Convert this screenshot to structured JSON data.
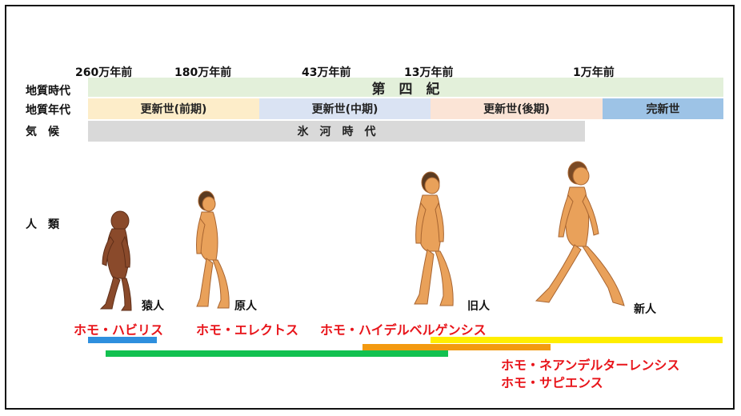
{
  "timeline": {
    "ticks": [
      "260万年前",
      "180万年前",
      "43万年前",
      "13万年前",
      "1万年前"
    ]
  },
  "rows": {
    "geologic_period_label": "地質時代",
    "geologic_epoch_label": "地質年代",
    "climate_label": "気　候",
    "humans_label": "人　類"
  },
  "bands": {
    "quaternary": "第　四　紀",
    "pleistocene_early": "更新世(前期)",
    "pleistocene_middle": "更新世(中期)",
    "pleistocene_late": "更新世(後期)",
    "holocene": "完新世",
    "ice_age": "氷　河　時　代"
  },
  "stages": {
    "ape_man": "猿人",
    "proto_man": "原人",
    "archaic_man": "旧人",
    "modern_man": "新人"
  },
  "species": {
    "habilis": "ホモ・ハビリス",
    "erectus": "ホモ・エレクトス",
    "heidelbergensis": "ホモ・ハイデルベルゲンシス",
    "neanderthalensis": "ホモ・ネアンデルターレンシス",
    "sapiens": "ホモ・サピエンス"
  },
  "colors": {
    "quaternary": "#e3f0da",
    "early": "#fdedc9",
    "middle": "#dae3f3",
    "late": "#fbe4d6",
    "holocene": "#9dc3e6",
    "ice_age": "#d9d9d9",
    "habilis_bar": "#2e8fde",
    "erectus_bar": "#12c150",
    "heidelbergensis_bar": "#f39a10",
    "sapiens_bar": "#ffee00",
    "species_text": "#e8151b"
  }
}
